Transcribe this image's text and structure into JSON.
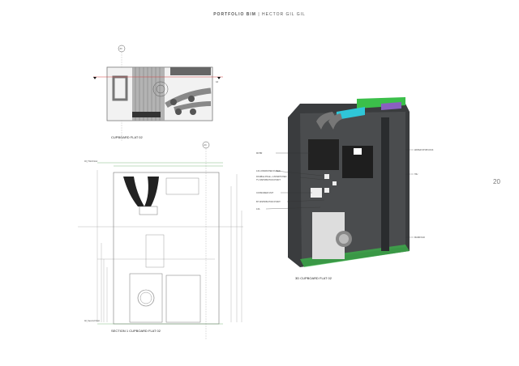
{
  "header": {
    "title": "PORTFOLIO BIM",
    "separator": "|",
    "author": "HECTOR GIL GIL"
  },
  "page_number": "20",
  "plan": {
    "caption": "CUPBOARD FLAT 02",
    "grid_marker": "A3",
    "section_marker": "A4"
  },
  "section": {
    "caption": "SECTION 1 CUPBOARD FLAT 02",
    "grid_marker": "A3",
    "top_level": "03_Third Floor",
    "bottom_level": "02_Second Floor"
  },
  "view3d": {
    "caption": "3D CUPBOARD FLAT 02",
    "left_labels": [
      "MVHR",
      "13A UNSWICHED FUSED",
      "DOUBLE POLE + UNSWITCHED",
      "TV DISTRIBUTION POINT",
      "CONSUMER UNIT",
      "BT DISTRIBUTION POINT",
      "13A"
    ],
    "right_labels": [
      "WATER STOPCOCK",
      "HIU",
      "MANIFOLD"
    ]
  },
  "colors": {
    "pipe_green": "#3bbf4a",
    "pipe_cyan": "#2fc6d8",
    "pipe_purple": "#8a5fc0",
    "cabinet": "#3a3c3e",
    "section_line": "#d04040"
  }
}
